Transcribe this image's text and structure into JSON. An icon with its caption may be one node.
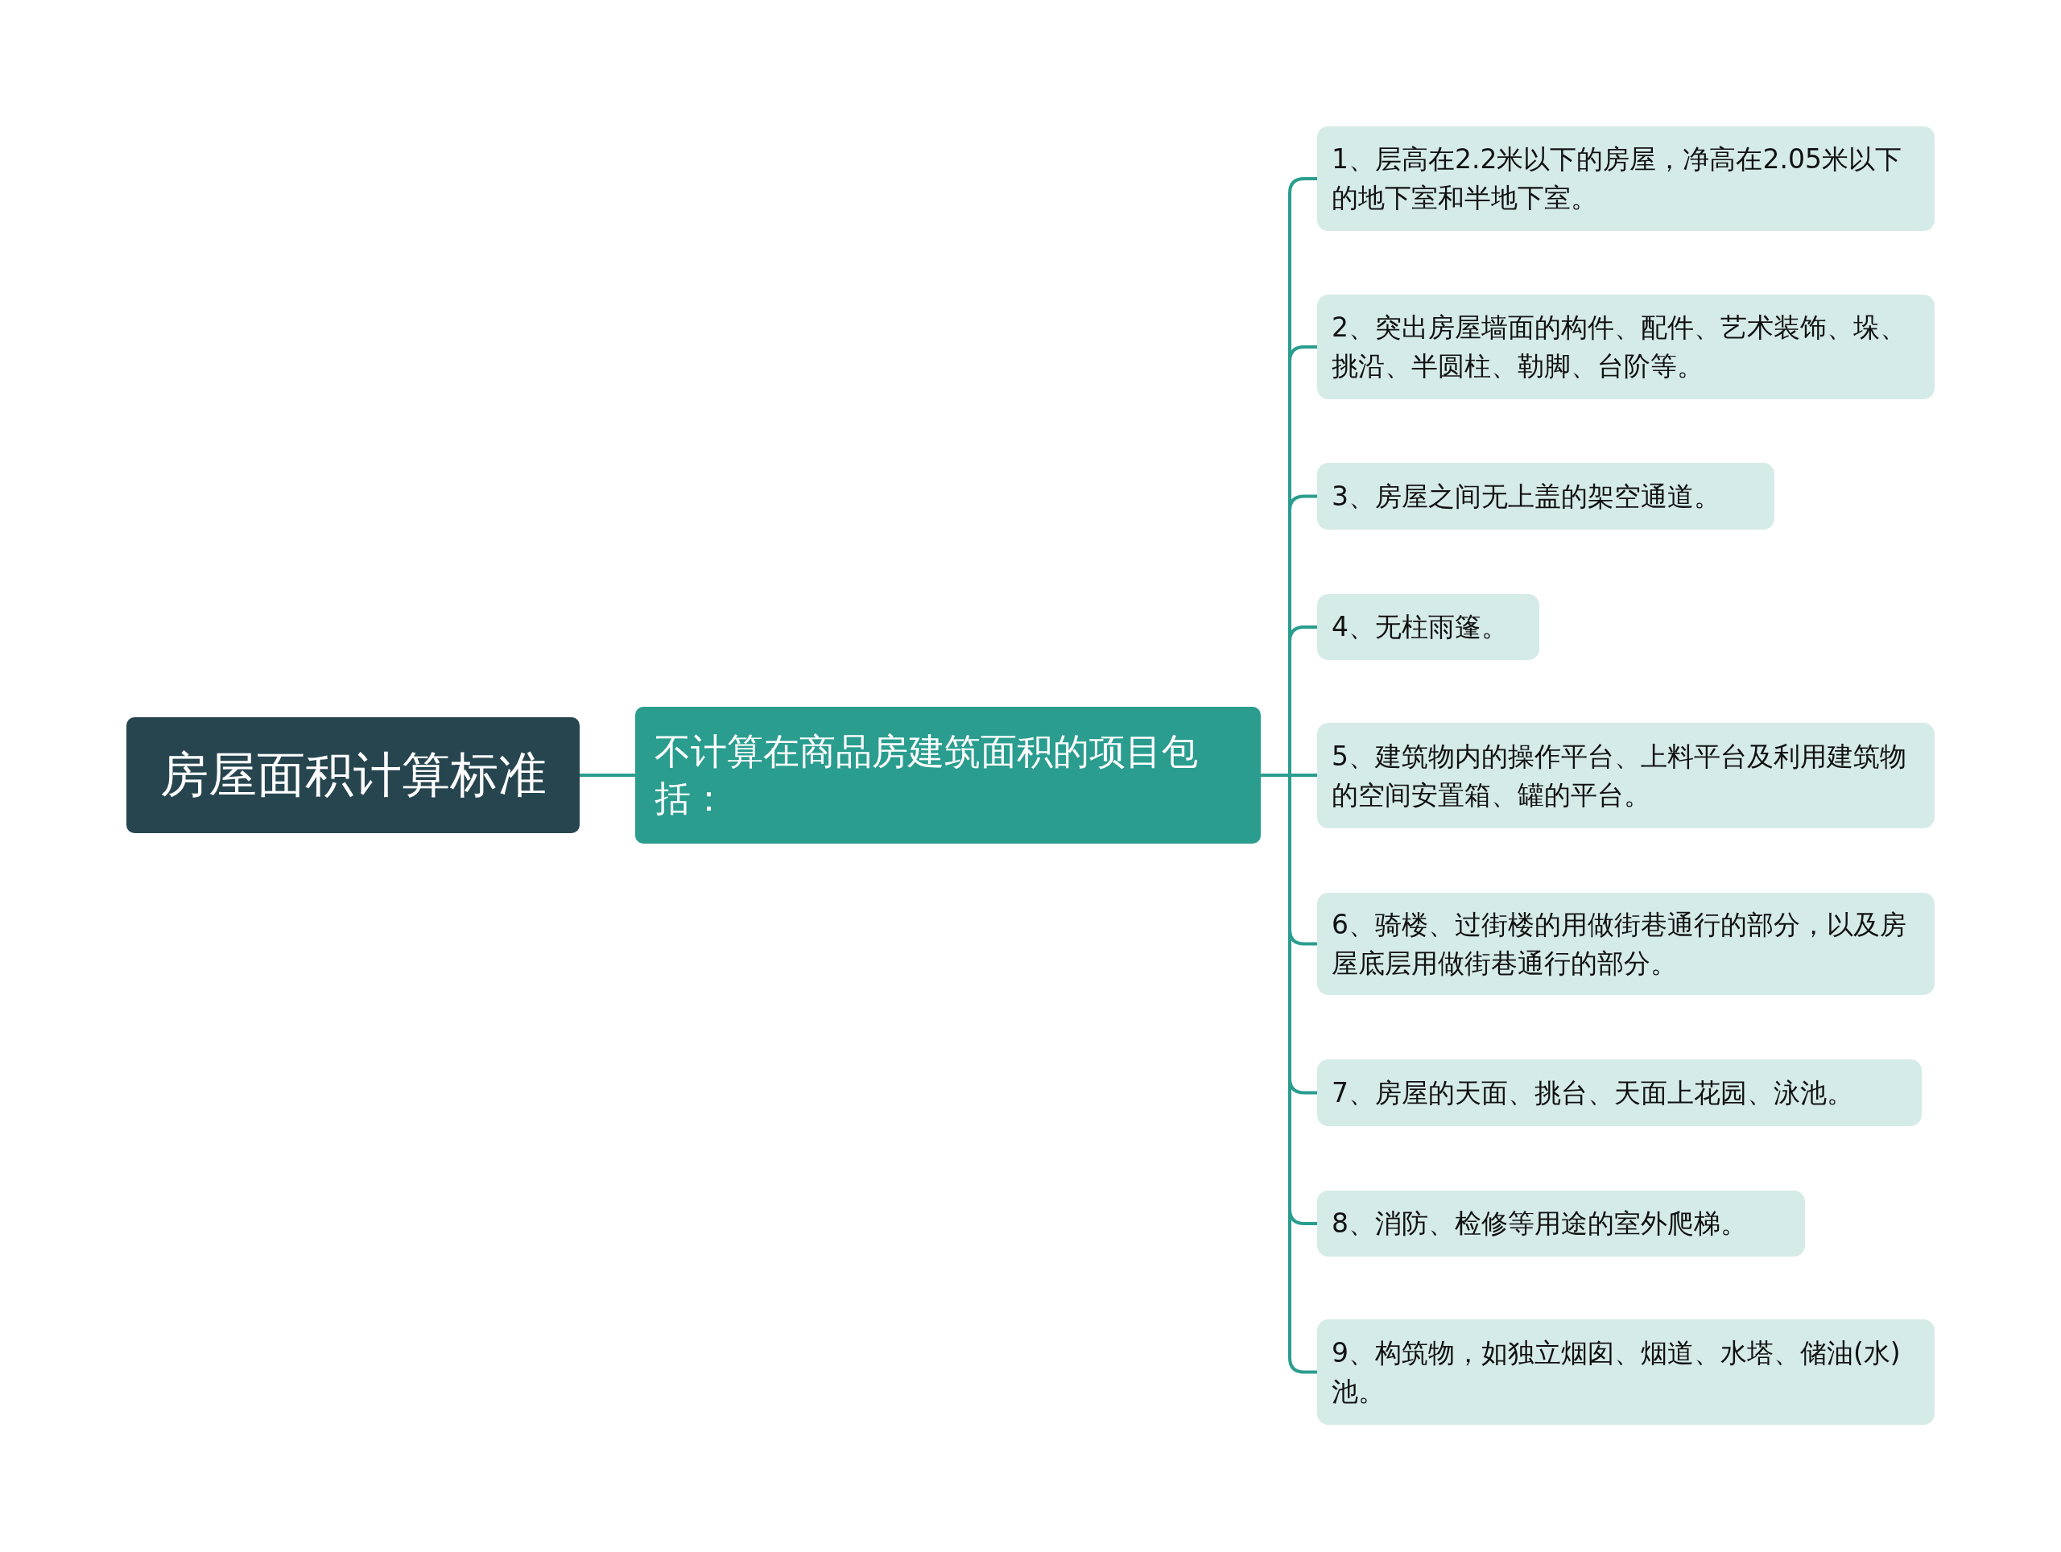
{
  "diagram": {
    "nodes": [
      {
        "text": [
          "房屋面积计算标准"
        ]
      },
      {
        "text": [
          "不计算在商品房建筑面积的项目包括："
        ]
      },
      {
        "text": [
          "1、层高在2.2米以下的房屋，净高在2.05米以下的地下室和半地下室。"
        ]
      },
      {
        "text": [
          "2、突出房屋墙面的构件、配件、艺术装饰、垛、挑沿、半圆柱、勒脚、台阶等。"
        ]
      },
      {
        "text": [
          "3、房屋之间无上盖的架空通道。"
        ]
      },
      {
        "text": [
          "4、无柱雨篷。"
        ]
      },
      {
        "text": [
          "5、建筑物内的操作平台、上料平台及利用建筑物的空间安置箱、罐的平台。"
        ]
      },
      {
        "text": [
          "6、骑楼、过街楼的用做街巷通行的部分，以及房屋底层用做街巷通行的部分。"
        ]
      },
      {
        "text": [
          "7、房屋的天面、挑台、天面上花园、泳池。"
        ]
      },
      {
        "text": [
          "8、消防、检修等用途的室外爬梯。"
        ]
      },
      {
        "text": [
          "9、构筑物，如独立烟囱、烟道、水塔、储油(水)池。"
        ]
      }
    ],
    "edges": [
      {
        "from": 0,
        "to": 1,
        "arrow": "none"
      },
      {
        "from": 1,
        "to": 2,
        "arrow": "none"
      },
      {
        "from": 1,
        "to": 3,
        "arrow": "none"
      },
      {
        "from": 1,
        "to": 4,
        "arrow": "none"
      },
      {
        "from": 1,
        "to": 5,
        "arrow": "none"
      },
      {
        "from": 1,
        "to": 6,
        "arrow": "none"
      },
      {
        "from": 1,
        "to": 7,
        "arrow": "none"
      },
      {
        "from": 1,
        "to": 8,
        "arrow": "none"
      },
      {
        "from": 1,
        "to": 9,
        "arrow": "none"
      },
      {
        "from": 1,
        "to": 10,
        "arrow": "none"
      }
    ]
  }
}
